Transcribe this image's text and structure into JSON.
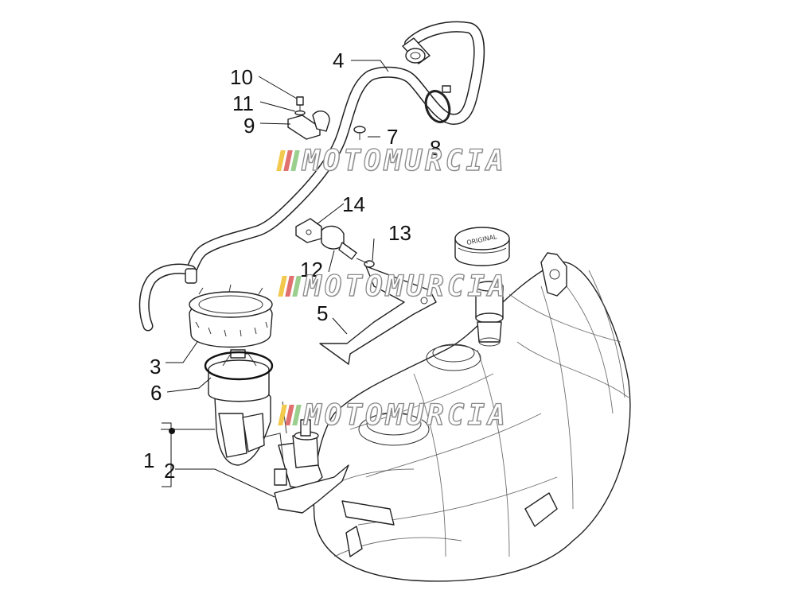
{
  "callouts": {
    "c1": "1",
    "c2": "2",
    "c3": "3",
    "c4": "4",
    "c5": "5",
    "c6": "6",
    "c7": "7",
    "c8": "8",
    "c9": "9",
    "c10": "10",
    "c11": "11",
    "c12": "12",
    "c13": "13",
    "c14": "14"
  },
  "watermark": {
    "text": "MOTOMURCIA",
    "stripe_colors": [
      "#f2c94c",
      "#e0716e",
      "#9bcf8e"
    ]
  },
  "cap_text": "ORIGINAL",
  "colors": {
    "line": "#222222",
    "background": "#ffffff"
  }
}
